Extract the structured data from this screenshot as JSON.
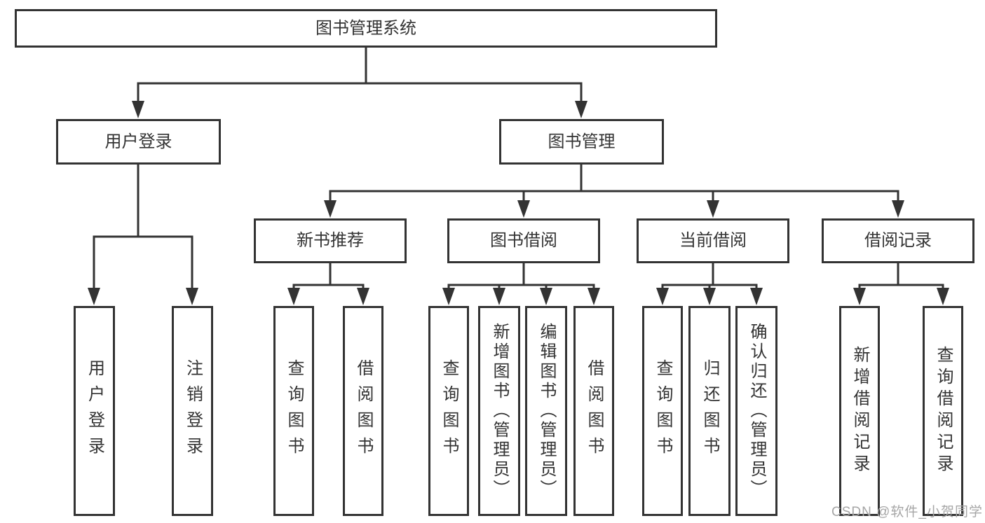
{
  "diagram": {
    "type": "hierarchy-tree",
    "tree": {
      "label": "图书管理系统",
      "children": [
        {
          "label": "用户登录",
          "children": [
            {
              "label": "用户登录"
            },
            {
              "label": "注销登录"
            }
          ]
        },
        {
          "label": "图书管理",
          "children": [
            {
              "label": "新书推荐",
              "children": [
                {
                  "label": "查询图书"
                },
                {
                  "label": "借阅图书"
                }
              ]
            },
            {
              "label": "图书借阅",
              "children": [
                {
                  "label": "查询图书"
                },
                {
                  "label": "新增图书（管理员）"
                },
                {
                  "label": "编辑图书（管理员）"
                },
                {
                  "label": "借阅图书"
                }
              ]
            },
            {
              "label": "当前借阅",
              "children": [
                {
                  "label": "查询图书"
                },
                {
                  "label": "归还图书"
                },
                {
                  "label": "确认归还（管理员）"
                }
              ]
            },
            {
              "label": "借阅记录",
              "children": [
                {
                  "label": "新增借阅记录"
                },
                {
                  "label": "查询借阅记录"
                }
              ]
            }
          ]
        }
      ]
    },
    "colors": {
      "line": "#333333",
      "box_border": "#333333",
      "box_fill": "#ffffff",
      "text": "#333333",
      "watermark": "#a6a6a6",
      "background": "#ffffff"
    }
  },
  "watermark": "CSDN @软件_小贺同学"
}
